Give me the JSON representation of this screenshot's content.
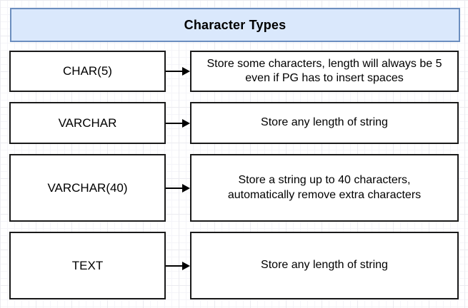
{
  "diagram": {
    "title": "Character Types",
    "rows": [
      {
        "term": "CHAR(5)",
        "description": "Store some characters, length will always be 5 even if PG has to insert spaces"
      },
      {
        "term": "VARCHAR",
        "description": "Store any length of string"
      },
      {
        "term": "VARCHAR(40)",
        "description": "Store a string up to 40 characters, automatically remove extra characters"
      },
      {
        "term": "TEXT",
        "description": "Store any length of string"
      }
    ],
    "colors": {
      "title_fill": "#dae8fc",
      "title_border": "#6c8ebf",
      "box_fill": "#ffffff",
      "box_border": "#1a1a1a",
      "arrow": "#000000",
      "grid_line": "#ebebf0"
    }
  }
}
